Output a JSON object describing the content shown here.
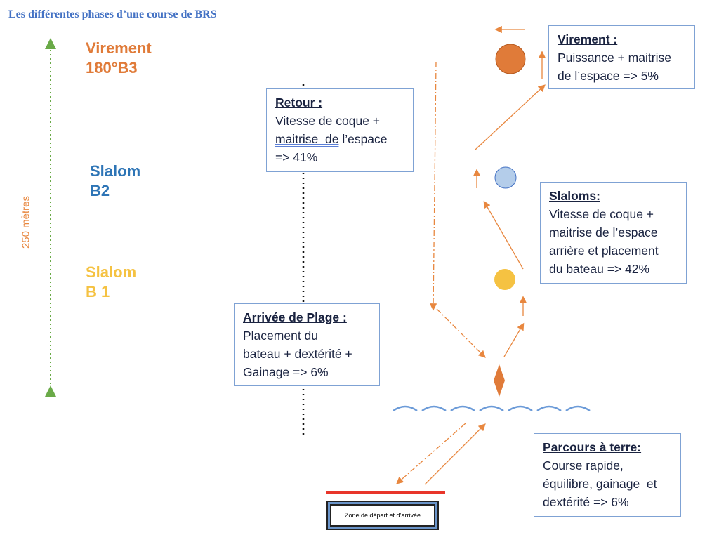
{
  "title": "Les différentes phases d’une course de BRS",
  "distance_label": "250 mètres",
  "phases": {
    "b3": {
      "line1": "Virement",
      "line2": "180°B3",
      "color": "#e07b39"
    },
    "b2": {
      "line1": "Slalom",
      "line2": "B2",
      "color": "#2e75b6"
    },
    "b1": {
      "line1": "Slalom",
      "line2": "B 1",
      "color": "#f5c242"
    }
  },
  "boxes": {
    "retour": {
      "title": "Retour :",
      "l1": "Vitesse de coque +",
      "l2a": "maitrise  de",
      "l2b": " l’espace",
      "l3": "=> 41%"
    },
    "arrivee": {
      "title": "Arrivée de Plage :",
      "l1": "Placement du",
      "l2": "bateau + dextérité +",
      "l3": "Gainage => 6%"
    },
    "virement": {
      "title": "Virement :",
      "l1": "Puissance + maitrise",
      "l2": "de l’espace => 5%"
    },
    "slaloms": {
      "title": "Slaloms:",
      "l1": "Vitesse de coque +",
      "l2": "maitrise de l’espace",
      "l3": "arrière et placement",
      "l4": "du bateau => 42%"
    },
    "terre": {
      "title": "Parcours à terre:",
      "l1": "Course rapide,",
      "l2a": "équilibre, ",
      "l2b": "gainage  et",
      "l3": "dextérité => 6%"
    }
  },
  "zone_label": "Zone de départ et d’arrivée",
  "colors": {
    "arrow": "#e8873f",
    "start_line": "#e8352a",
    "wave": "#6c9bd8",
    "distance": "#6aaa48"
  }
}
